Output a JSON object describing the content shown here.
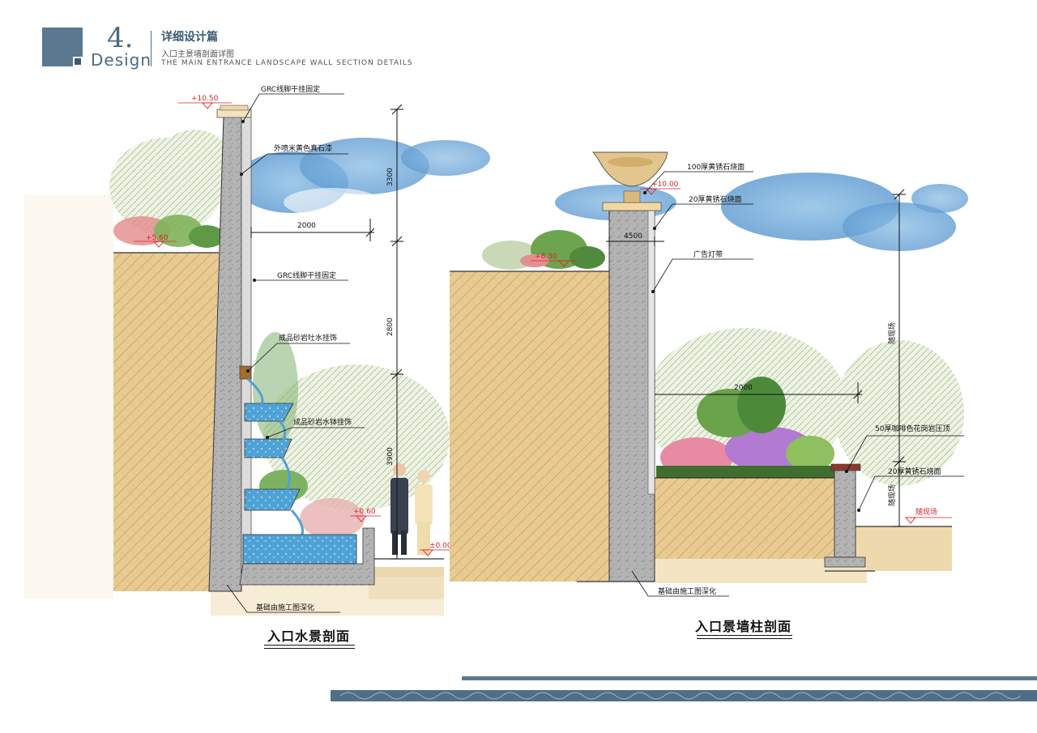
{
  "header": {
    "chapter_number": "4.",
    "chapter_word": "Design",
    "title_cn": "详细设计篇",
    "subtitle_cn": "入口主景墙剖面详图",
    "subtitle_en": "THE MAIN ENTRANCE LANDSCAPE WALL SECTION DETAILS"
  },
  "left_section": {
    "caption": "入口水景剖面",
    "labels": {
      "grc_top": "GRC线脚干挂固定",
      "paint": "外喷米黄色真石漆",
      "grc_mid": "GRC线脚干挂固定",
      "spout": "成品砂岩吐水挂饰",
      "bowl": "成品砂岩水钵挂饰",
      "foundation": "基础由施工图深化"
    },
    "elevations": {
      "top": "+10.50",
      "ground_high": "+5.60",
      "pool": "+0.60",
      "ground_low": "±0.00"
    },
    "dimensions": {
      "d1": "3300",
      "d2": "2800",
      "d3": "3900",
      "width": "2000"
    }
  },
  "right_section": {
    "caption": "入口景墙柱剖面",
    "labels": {
      "stone100": "100厚黄锈石烧面",
      "stone20": "20厚黄锈石烧面",
      "light": "广告灯带",
      "coping": "50厚咖啡色花岗岩压顶",
      "stone20b": "20厚黄锈石烧面",
      "foundation": "基础由施工图深化"
    },
    "elevations": {
      "top": "+10.00",
      "ground_high": "+8.30",
      "site": "随现场"
    },
    "dimensions": {
      "d1": "4500",
      "width": "2000",
      "vertical": "随现场",
      "vertical_small": "随现场"
    }
  },
  "colors": {
    "brand": "#4a6a84",
    "soil": "#e6c48a",
    "wall": "#a9a9a9",
    "water": "#3c8fc7",
    "sky": "#6fa7d6",
    "red_mark": "#d8232a"
  }
}
